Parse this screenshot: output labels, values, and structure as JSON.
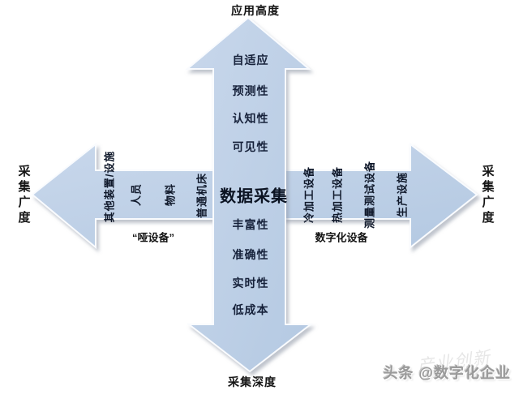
{
  "colors": {
    "arrow_fill": "#bccfe6",
    "arrow_fill_light": "#c8d7eb",
    "arrow_stroke": "#f9fbfe",
    "shadow": "#8a93a3",
    "text_dark": "#111111",
    "watermark_gray": "#9a9a9a"
  },
  "axes": {
    "top_label": "应用高度",
    "bottom_label": "采集深度",
    "left_label": "采集广度",
    "right_label": "采集广度"
  },
  "center": {
    "title": "数据采集"
  },
  "up_items": [
    "自适应",
    "预测性",
    "认知性",
    "可见性"
  ],
  "down_items": [
    "丰富性",
    "准确性",
    "实时性",
    "低成本"
  ],
  "left_items": [
    "其他装置/设施",
    "人员",
    "物料",
    "普通机床"
  ],
  "right_items": [
    "冷加工设备",
    "热加工设备",
    "测量测试设备",
    "生产设施"
  ],
  "left_group_label": "“哑设备”",
  "right_group_label": "数字化设备",
  "watermark": {
    "text": "头条 @数字化企业",
    "ghost": "产业创新"
  }
}
